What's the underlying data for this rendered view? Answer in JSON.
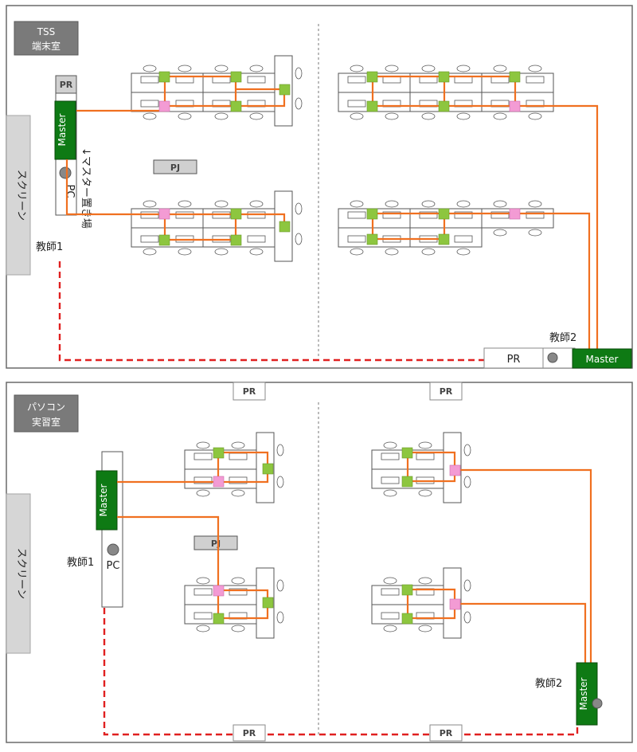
{
  "room1": {
    "title_line1": "TSS",
    "title_line2": "端末室",
    "screen_label": "スクリーン",
    "teacher1_label": "教師1",
    "teacher2_label": "教師2",
    "pr_label": "PR",
    "pj_label": "PJ",
    "master_label": "Master",
    "pc_label": "PC",
    "master_note": "↓マスター置き場"
  },
  "room2": {
    "title_line1": "パソコン",
    "title_line2": "実習室",
    "screen_label": "スクリーン",
    "teacher1_label": "教師1",
    "teacher2_label": "教師2",
    "pr_label": "PR",
    "pj_label": "PJ",
    "master_label": "Master",
    "pc_label": "PC"
  },
  "colors": {
    "cable": "#f07020",
    "dashed_cable": "#e02020",
    "hub_green": "#8dc63f",
    "hub_pink": "#f39bd4",
    "master_green": "#0e7a14"
  }
}
